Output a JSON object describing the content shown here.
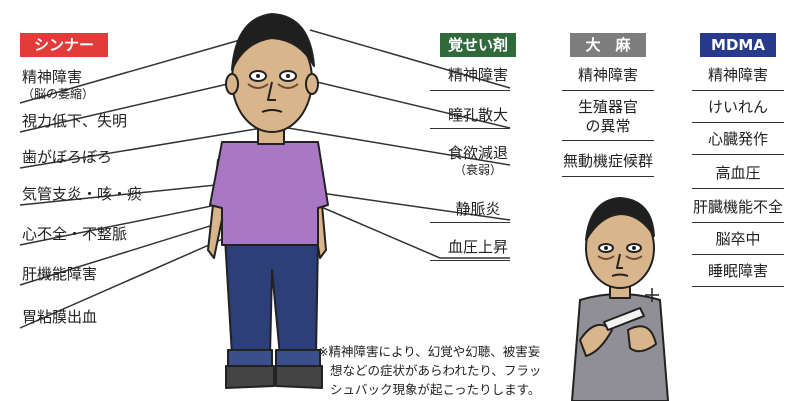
{
  "colors": {
    "thinner": "#e33a3a",
    "stimulant": "#2f6a3b",
    "cannabis": "#7d7d7d",
    "mdma": "#273a8c",
    "shirt": "#a977c4",
    "jeans": "#2c3f78",
    "boy_shirt": "#8f8f95"
  },
  "groups": {
    "thinner": {
      "title": "シンナー",
      "items": [
        {
          "text": "精神障害",
          "sub": "（脳の萎縮）"
        },
        {
          "text": "視力低下、失明"
        },
        {
          "text": "歯がぼろぼろ"
        },
        {
          "text": "気管支炎・咳・痰"
        },
        {
          "text": "心不全・不整脈"
        },
        {
          "text": "肝機能障害"
        },
        {
          "text": "胃粘膜出血"
        }
      ]
    },
    "stimulant": {
      "title": "覚せい剤",
      "items": [
        {
          "text": "精神障害"
        },
        {
          "text": "瞳孔散大"
        },
        {
          "text": "食欲減退",
          "sub": "（衰弱）"
        },
        {
          "text": "静脈炎"
        },
        {
          "text": "血圧上昇"
        }
      ]
    },
    "cannabis": {
      "title": "大　麻",
      "items": [
        {
          "text": "精神障害"
        },
        {
          "text": "生殖器官",
          "text2": "の異常"
        },
        {
          "text": "無動機症候群"
        }
      ]
    },
    "mdma": {
      "title": "MDMA",
      "items": [
        {
          "text": "精神障害"
        },
        {
          "text": "けいれん"
        },
        {
          "text": "心臓発作"
        },
        {
          "text": "高血圧"
        },
        {
          "text": "肝臓機能不全"
        },
        {
          "text": "脳卒中"
        },
        {
          "text": "睡眠障害"
        }
      ]
    }
  },
  "note": {
    "line1": "※精神障害により、幻覚や幻聴、被害妄",
    "line2": "想などの症状があらわれたり、フラッ",
    "line3": "シュバック現象が起こったりします。"
  }
}
